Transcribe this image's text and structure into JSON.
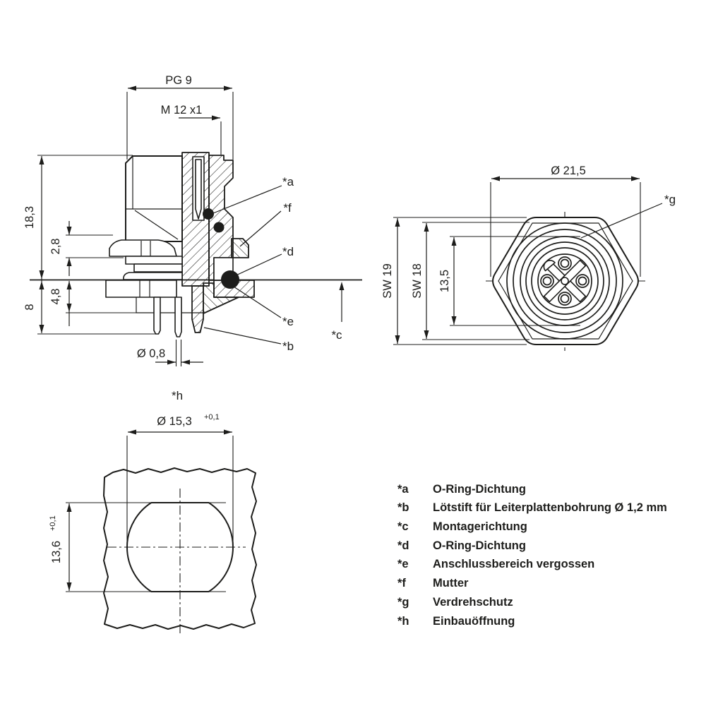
{
  "colors": {
    "ink": "#1d1d1b",
    "background": "#ffffff"
  },
  "dims": {
    "pg9": "PG 9",
    "m12": "M 12 x1",
    "h183": "18,3",
    "h28": "2,8",
    "h48": "4,8",
    "h8": "8",
    "pin_dia": "Ø 0,8",
    "front_dia": "Ø 21,5",
    "sw19": "SW 19",
    "sw18": "SW 18",
    "pitch135": "13,5",
    "hole_dia": "Ø 15,3",
    "hole_dia_tol": "+0,1",
    "hole_h": "13,6",
    "hole_h_tol": "+0,1"
  },
  "callouts": {
    "a": "*a",
    "b": "*b",
    "c": "*c",
    "d": "*d",
    "e": "*e",
    "f": "*f",
    "g": "*g",
    "h": "*h"
  },
  "legend": [
    {
      "key": "*a",
      "label": "O-Ring-Dichtung"
    },
    {
      "key": "*b",
      "label": "Lötstift für Leiterplattenbohrung Ø 1,2 mm"
    },
    {
      "key": "*c",
      "label": "Montagerichtung"
    },
    {
      "key": "*d",
      "label": "O-Ring-Dichtung"
    },
    {
      "key": "*e",
      "label": "Anschlussbereich vergossen"
    },
    {
      "key": "*f",
      "label": "Mutter"
    },
    {
      "key": "*g",
      "label": "Verdrehschutz"
    },
    {
      "key": "*h",
      "label": "Einbauöffnung"
    }
  ]
}
